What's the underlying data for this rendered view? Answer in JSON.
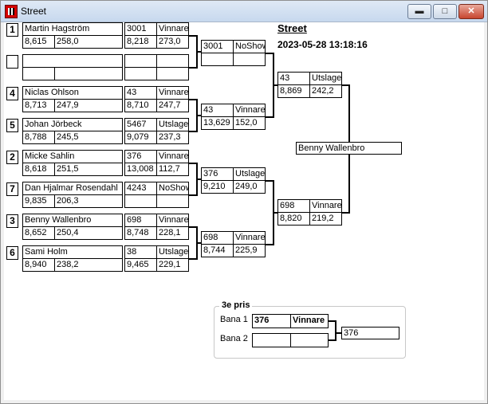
{
  "window": {
    "title": "Street",
    "buttons": {
      "minimize": "▬",
      "maximize": "□",
      "close": "✕"
    }
  },
  "header": {
    "title": "Street",
    "datetime": "2023-05-28 13:18:16"
  },
  "round1": [
    {
      "seed": "1",
      "name": "Martin Hagström",
      "time": "8,615",
      "speed": "258,0"
    },
    {
      "seed": "",
      "name": "",
      "time": "",
      "speed": ""
    },
    {
      "seed": "4",
      "name": "Niclas  Ohlson",
      "time": "8,713",
      "speed": "247,9"
    },
    {
      "seed": "5",
      "name": "Johan Jörbeck",
      "time": "8,788",
      "speed": "245,5"
    },
    {
      "seed": "2",
      "name": "Micke Sahlin",
      "time": "8,618",
      "speed": "251,5"
    },
    {
      "seed": "7",
      "name": "Dan Hjalmar Rosendahl",
      "time": "9,835",
      "speed": "206,3"
    },
    {
      "seed": "3",
      "name": "Benny Wallenbro",
      "time": "8,652",
      "speed": "250,4"
    },
    {
      "seed": "6",
      "name": "Sami Holm",
      "time": "8,940",
      "speed": "238,2"
    }
  ],
  "round1_results": [
    {
      "num": "3001",
      "status": "Vinnare",
      "time": "8,218",
      "speed": "273,0"
    },
    {
      "num": "",
      "status": "",
      "time": "",
      "speed": ""
    },
    {
      "num": "43",
      "status": "Vinnare",
      "time": "8,710",
      "speed": "247,7"
    },
    {
      "num": "5467",
      "status": "Utslagen",
      "time": "9,079",
      "speed": "237,3"
    },
    {
      "num": "376",
      "status": "Vinnare",
      "time": "13,008",
      "speed": "112,7"
    },
    {
      "num": "4243",
      "status": "NoShow",
      "time": "",
      "speed": ""
    },
    {
      "num": "698",
      "status": "Vinnare",
      "time": "8,748",
      "speed": "228,1"
    },
    {
      "num": "38",
      "status": "Utslagen",
      "time": "9,465",
      "speed": "229,1"
    }
  ],
  "quarterfinals": [
    {
      "num": "3001",
      "status": "NoShow",
      "time": "",
      "speed": ""
    },
    {
      "num": "43",
      "status": "Vinnare",
      "time": "13,629",
      "speed": "152,0"
    },
    {
      "num": "376",
      "status": "Utslagen",
      "time": "9,210",
      "speed": "249,0"
    },
    {
      "num": "698",
      "status": "Vinnare",
      "time": "8,744",
      "speed": "225,9"
    }
  ],
  "semifinals": [
    {
      "num": "43",
      "status": "Utslagen",
      "time": "8,869",
      "speed": "242,2"
    },
    {
      "num": "698",
      "status": "Vinnare",
      "time": "8,820",
      "speed": "219,2"
    }
  ],
  "winner": "Benny Wallenbro",
  "third_place": {
    "title": "3e pris",
    "lane1": {
      "label": "Bana 1",
      "num": "376",
      "status": "Vinnare"
    },
    "lane2": {
      "label": "Bana 2",
      "num": "",
      "status": ""
    },
    "result": "376"
  }
}
